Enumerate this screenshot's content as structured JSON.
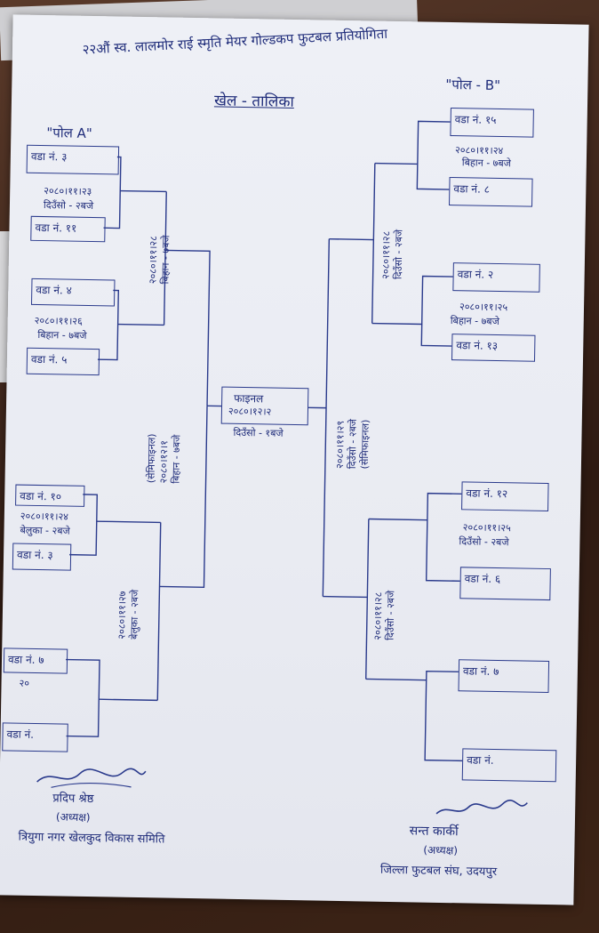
{
  "header": {
    "title": "२२औं स्व. लालमोर राई स्मृति मेयर गोल्डकप फुटबल प्रतियोगिता",
    "subtitle": "खेल - तालिका",
    "pool_a": "\"पोल A\"",
    "pool_b": "\"पोल - B\""
  },
  "pool_a": {
    "teams": [
      "वडा नं. ३",
      "वडा नं. ११",
      "वडा नं. ४",
      "वडा नं. ५",
      "वडा नं. १०",
      "वडा नं. ३",
      "वडा नं. ७",
      "वडा नं."
    ],
    "matches": [
      {
        "date": "२०८०।११।२३",
        "time": "दिउँसो - २बजे"
      },
      {
        "date": "२०८०।११।२६",
        "time": "बिहान - ७बजे"
      },
      {
        "date": "२०८०।११।२४",
        "time": "बेलुका - २बजे"
      },
      {
        "date": "२०"
      }
    ],
    "round2": [
      {
        "date": "२०८०।११।२८",
        "time": "बिहान - ७बजे"
      },
      {
        "date": "२०८०।११।२७",
        "time": "बेलुका - २बजे"
      }
    ],
    "semi": {
      "label": "(सेमिफाइनल)",
      "date": "२०८०।१२।१",
      "time": "बिहान - ७बजे"
    }
  },
  "final": {
    "label": "फाइनल",
    "date": "२०८०।१२।२",
    "time": "दिउँसो - १बजे"
  },
  "pool_b": {
    "teams": [
      "वडा नं. १५",
      "वडा नं. ८",
      "वडा नं. २",
      "वडा नं. १३",
      "वडा नं. १२",
      "वडा नं. ६",
      "वडा नं. ७",
      "वडा नं."
    ],
    "matches": [
      {
        "date": "२०८०।११।२४",
        "time": "बिहान - ७बजे"
      },
      {
        "date": "२०८०।११।२५",
        "time": "बिहान - ७बजे"
      },
      {
        "date": "२०८०।११।२५",
        "time": "दिउँसो - २बजे"
      }
    ],
    "round2": [
      {
        "date": "२०८०।११।२८",
        "time": "दिउँसो - २बजे"
      },
      {
        "date": "२०८०।११।२८",
        "time": "दिउँसो - २बजे"
      }
    ],
    "semi": {
      "date": "२०८०।११।२९",
      "time": "दिउँसो - २बजे",
      "label": "(सेमिफाइनल)"
    }
  },
  "signatures": {
    "left_name": "प्रदिप श्रेष्ठ",
    "left_role": "(अध्यक्ष)",
    "left_org": "त्रियुगा नगर खेलकुद विकास समिति",
    "right_name": "सन्त कार्की",
    "right_role": "(अध्यक्ष)",
    "right_org": "जिल्ला फुटबल संघ, उदयपुर"
  }
}
